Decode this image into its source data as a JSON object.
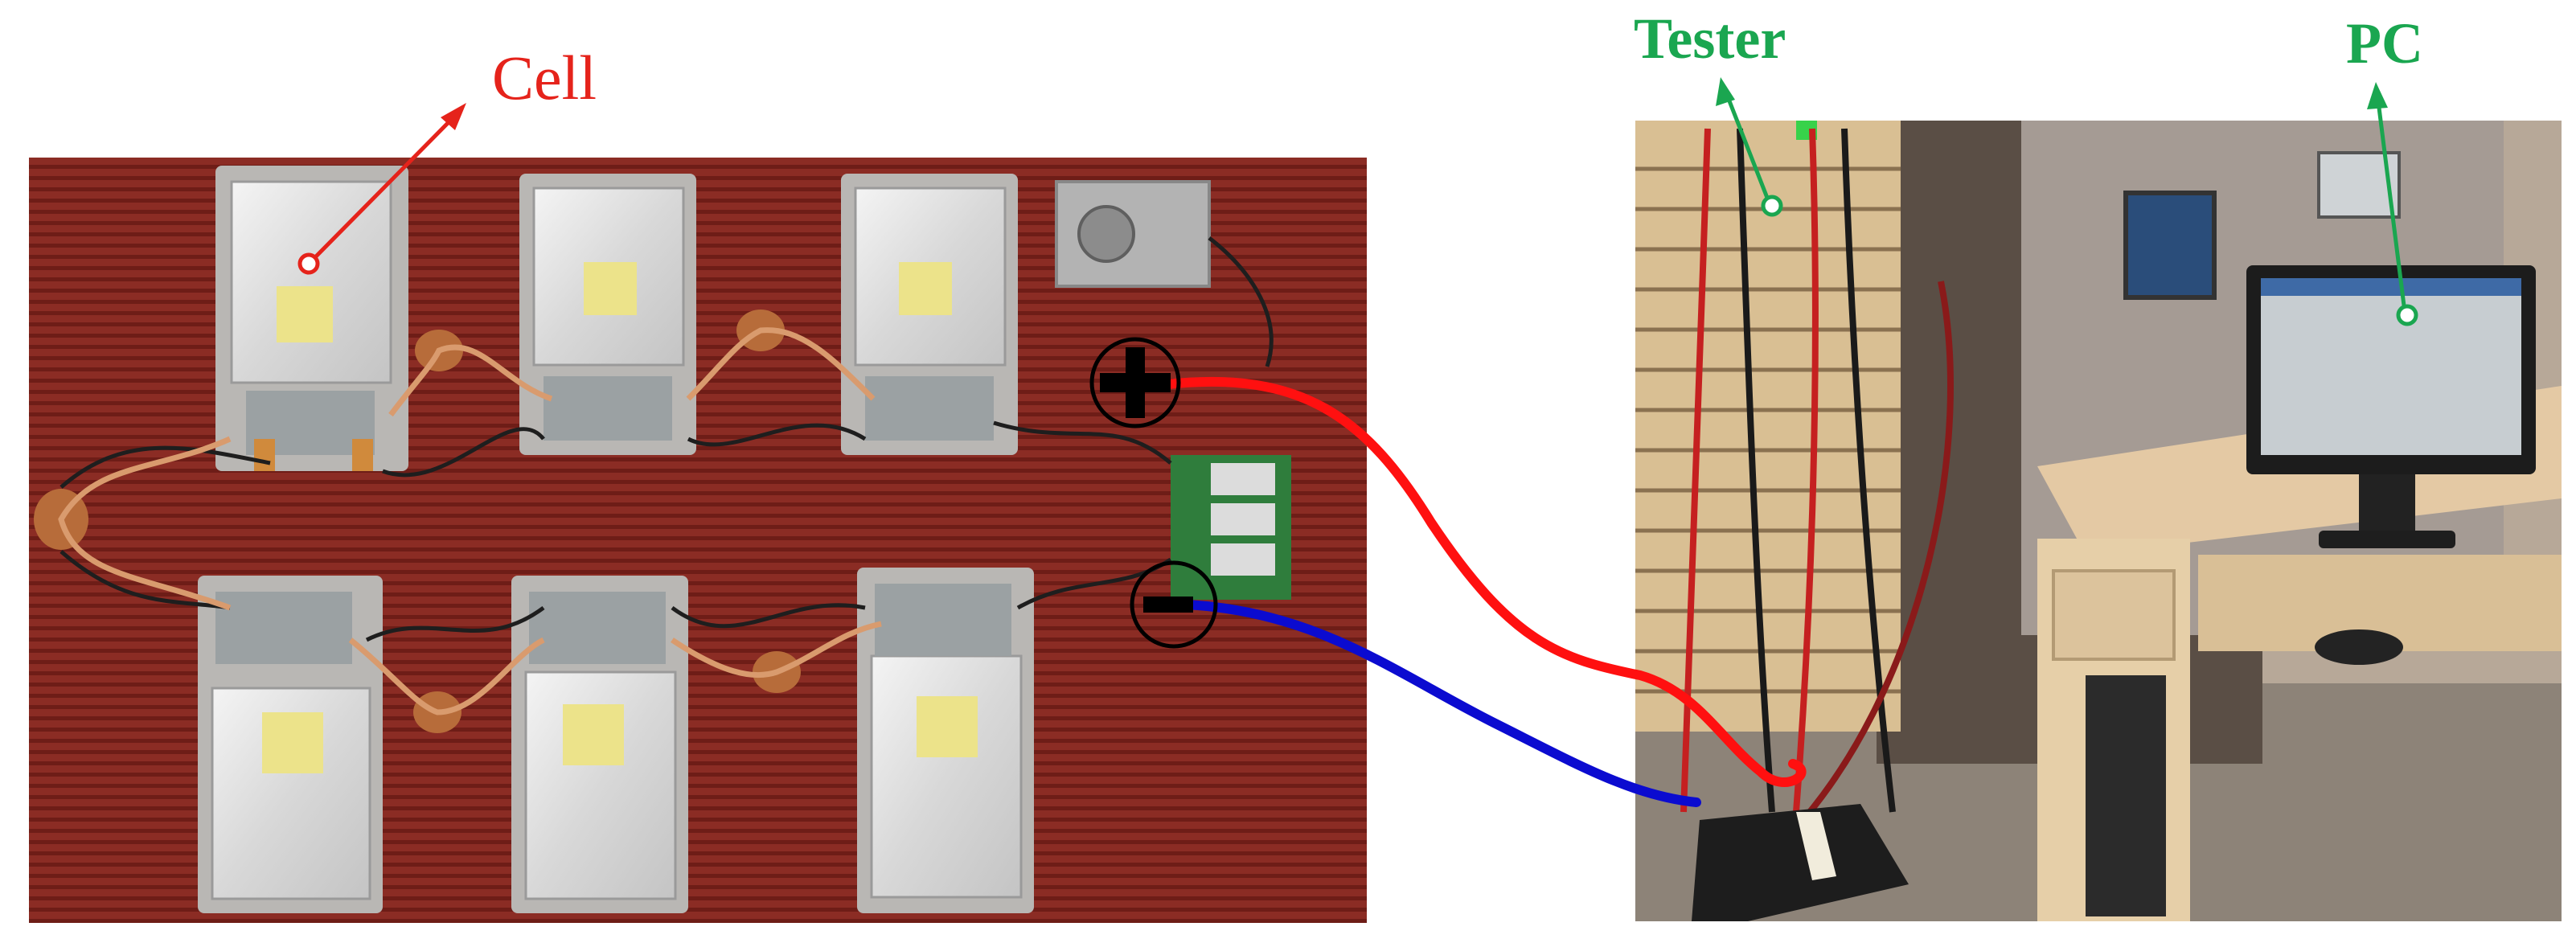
{
  "labels": {
    "cell": "Cell",
    "tester": "Tester",
    "pc": "PC"
  },
  "colors": {
    "cell_label": "#e5231b",
    "tester_label": "#1aa650",
    "pc_label": "#1aa650",
    "positive_cable": "#ff1010",
    "negative_cable": "#0b0bd0",
    "board_background": "#8a2a22"
  },
  "icons": {
    "positive_terminal": "plus-circle-icon",
    "negative_terminal": "minus-circle-icon"
  },
  "scene": {
    "left_photo": "battery-module-photo",
    "right_photo": "test-bench-photo",
    "cell_count": 6
  }
}
